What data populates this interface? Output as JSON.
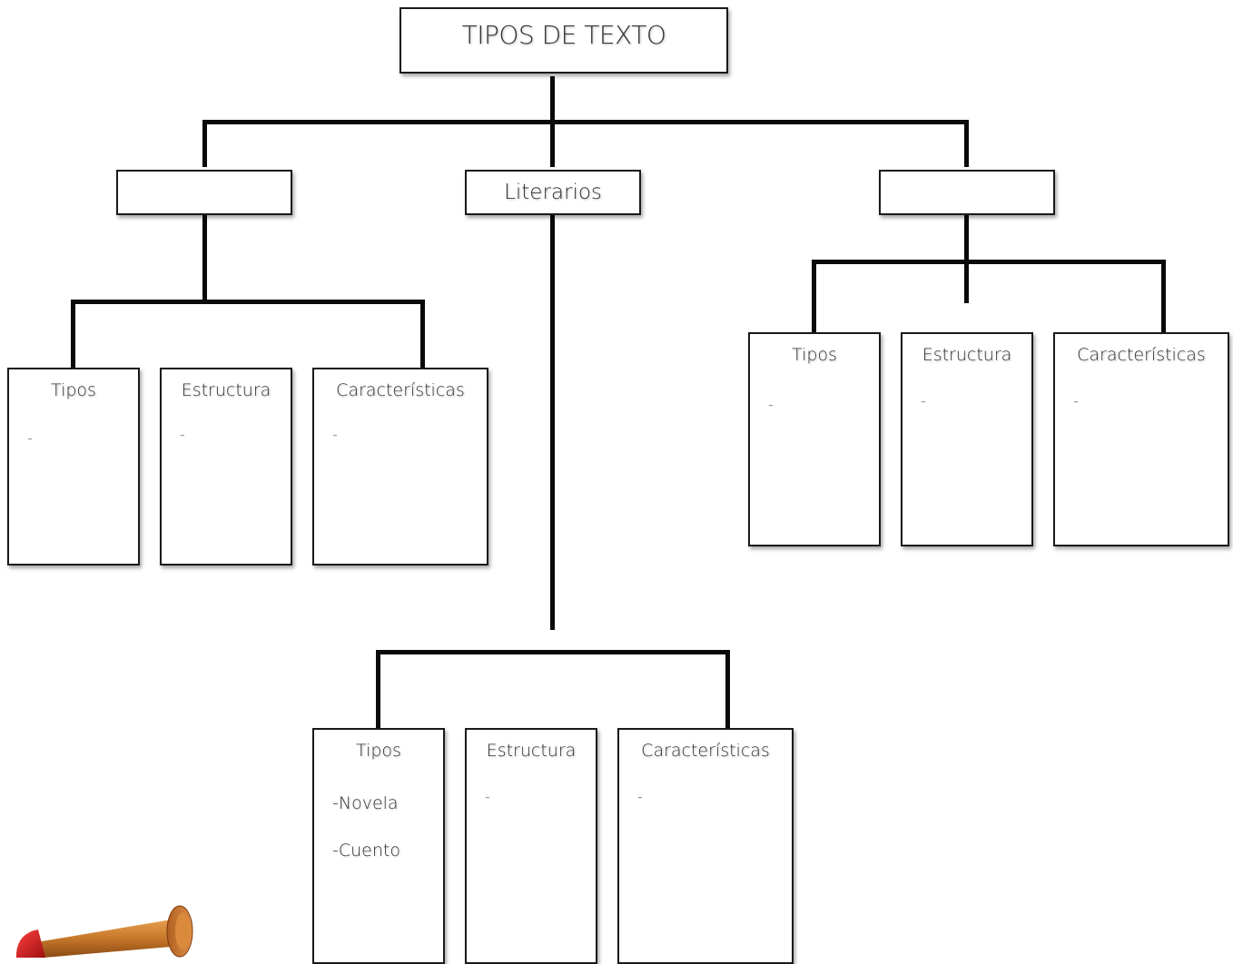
{
  "root": {
    "label": "TIPOS DE TEXTO"
  },
  "branches": [
    {
      "label": "",
      "cards": [
        {
          "title": "Tipos",
          "lines": [
            "-"
          ]
        },
        {
          "title": "Estructura",
          "lines": [
            "-"
          ]
        },
        {
          "title": "Características",
          "lines": [
            "-"
          ]
        }
      ]
    },
    {
      "label": "Literarios",
      "cards": [
        {
          "title": "Tipos",
          "lines": [
            "-Novela",
            "-Cuento"
          ]
        },
        {
          "title": "Estructura",
          "lines": [
            "-"
          ]
        },
        {
          "title": "Características",
          "lines": [
            "-"
          ]
        }
      ]
    },
    {
      "label": "",
      "cards": [
        {
          "title": "Tipos",
          "lines": [
            "-"
          ]
        },
        {
          "title": "Estructura",
          "lines": [
            "-"
          ]
        },
        {
          "title": "Características",
          "lines": [
            "-"
          ]
        }
      ]
    }
  ],
  "colors": {
    "connector": "#0a0a0a",
    "box_border": "#1a1a1a",
    "horn_body": "#c8782a",
    "horn_bell": "#cc1a1a"
  }
}
